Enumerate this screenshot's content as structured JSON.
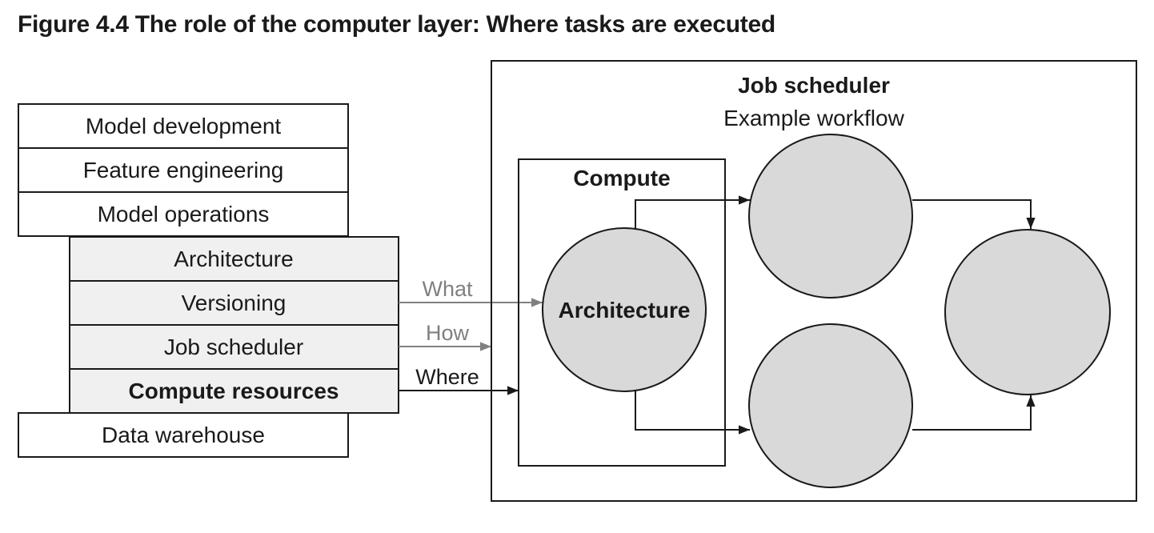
{
  "figure": {
    "title": "Figure 4.4 The role of the computer layer: Where tasks are executed"
  },
  "stack": {
    "upper": [
      "Model development",
      "Feature engineering",
      "Model operations"
    ],
    "shaded": [
      "Architecture",
      "Versioning",
      "Job scheduler",
      "Compute resources"
    ],
    "lower": [
      "Data warehouse"
    ]
  },
  "arrows": {
    "what": "What",
    "how": "How",
    "where": "Where"
  },
  "scheduler": {
    "title": "Job scheduler",
    "subtitle": "Example workflow"
  },
  "compute": {
    "title": "Compute",
    "node_label": "Architecture"
  },
  "colors": {
    "stroke": "#1a1a1a",
    "shaded_fill": "#f0f0f0",
    "node_fill": "#d9d9d9",
    "gray_arrow": "#808080"
  }
}
